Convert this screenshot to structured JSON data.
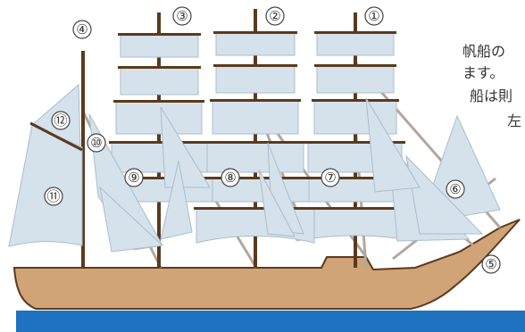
{
  "mast_labels": [
    "①",
    "②",
    "③",
    "④"
  ],
  "part_labels": [
    "⑤",
    "⑥",
    "⑦",
    "⑧",
    "⑨",
    "⑩",
    "⑪",
    "⑫"
  ],
  "caption": {
    "line1": "帆船の",
    "line2": "ます。",
    "line3": "船は則",
    "line4": "左"
  },
  "colors": {
    "sail": "#d5e2ec",
    "sail_line": "#a9bdcc",
    "mast": "#5b3a1c",
    "rigging": "#b3a79a",
    "hull": "#d1a478",
    "hull_outline": "#5b3a1c",
    "sea": "#1e72c0",
    "label_stroke": "#444444"
  }
}
